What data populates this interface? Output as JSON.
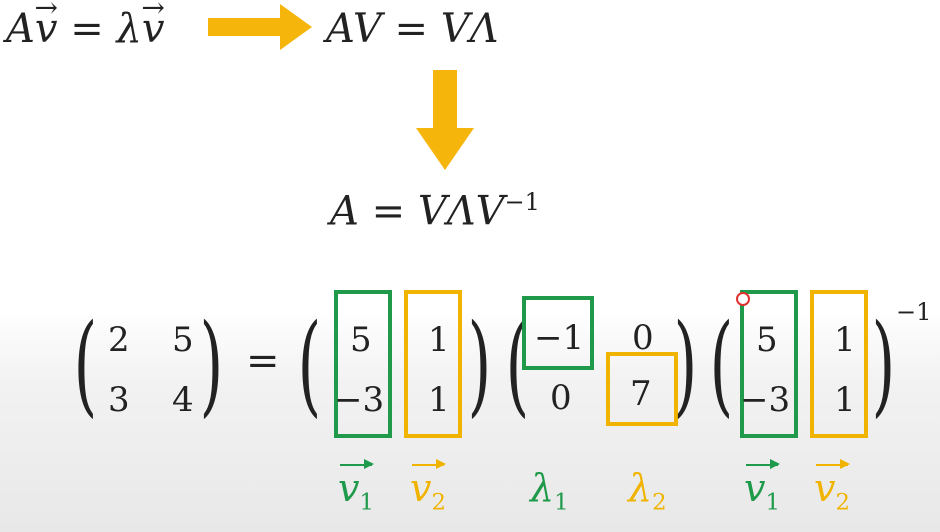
{
  "equation_top_left": {
    "lhs": "A",
    "vec": "v",
    "eq": "=",
    "lambda": "λ"
  },
  "equation_top_right": "AV = VΛ",
  "equation_middle": {
    "base": "A = VΛV",
    "exp": "−1"
  },
  "matrix_A": [
    [
      "2",
      "5"
    ],
    [
      "3",
      "4"
    ]
  ],
  "matrix_V": [
    [
      "5",
      "1"
    ],
    [
      "−3",
      "1"
    ]
  ],
  "matrix_Lambda": [
    [
      "−1",
      "0"
    ],
    [
      "0",
      "7"
    ]
  ],
  "matrix_V_inv": [
    [
      "5",
      "1"
    ],
    [
      "−3",
      "1"
    ]
  ],
  "inverse_exponent": "−1",
  "equals_sign": "=",
  "labels": {
    "v1": "v",
    "v1_sub": "1",
    "v2": "v",
    "v2_sub": "2",
    "lambda1": "λ",
    "lambda1_sub": "1",
    "lambda2": "λ",
    "lambda2_sub": "2"
  },
  "colors": {
    "green": "#1e9a4a",
    "gold": "#f0b400",
    "arrow": "#f5b50a",
    "cursor": "#e03030"
  }
}
